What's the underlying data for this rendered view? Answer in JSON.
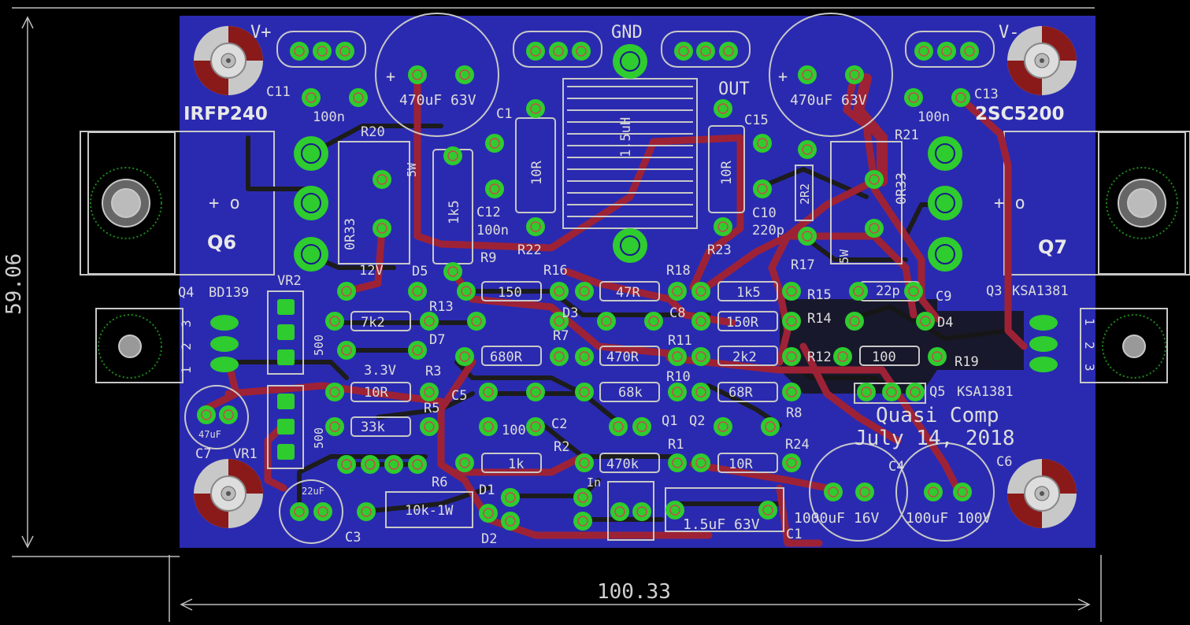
{
  "board": {
    "project_title": "Quasi Comp",
    "date": "July 14, 2018",
    "width_dimension": "100.33",
    "height_dimension": "59.06"
  },
  "colors": {
    "background": "#000000",
    "board": "#2a2ab0",
    "bottom_trace": "#1c1c1c",
    "top_trace": "#9e2236",
    "pad": "#2ecc2e",
    "outline": "#c8c8c8"
  },
  "labels": {
    "vplus": "V+",
    "gnd": "GND",
    "vminus": "V-",
    "out": "OUT",
    "c11": "C11",
    "c11_val": "100n",
    "c13": "C13",
    "c13_val": "100n",
    "cap_left_val": "470uF 63V",
    "cap_right_val": "470uF 63V",
    "irfp240": "IRFP240",
    "r20": "R20",
    "r20_w": "5W",
    "r20_val": "0R33",
    "q6": "Q6",
    "c1small": "C1",
    "c12": "C12",
    "c12_val": "100n",
    "r9": "R9",
    "r9_val": "1k5",
    "inductor": "1.5uH",
    "r22": "R22",
    "r22_val": "10R",
    "r23": "R23",
    "r23_val": "10R",
    "c15": "C15",
    "c10": "C10",
    "c10_val": "220p",
    "r17": "R17",
    "r17_val": "2R2",
    "sc5200": "2SC5200",
    "r21": "R21",
    "r21_val": "0R33",
    "r21_w": "5W",
    "q7": "Q7",
    "q4": "Q4",
    "bd139": "BD139",
    "vr2": "VR2",
    "vr2_val": "500",
    "d5": "D5",
    "d5_val": "12V",
    "r16": "R16",
    "r16_val": "150",
    "r18": "R18",
    "r18_val": "47R",
    "r15_val": "1k5",
    "r15": "R15",
    "c9_val": "22p",
    "c9": "C9",
    "q3": "Q3",
    "ksa1381": "KSA1381",
    "r13": "R13",
    "r13_val": "7k2",
    "d3": "D3",
    "c8": "C8",
    "r14_val": "150R",
    "r14": "R14",
    "d4": "D4",
    "d7": "D7",
    "d7_val": "3.3V",
    "r3": "R3",
    "r7_val": "680R",
    "r7": "R7",
    "r11": "R11",
    "r11_val": "470R",
    "r12_val": "2k2",
    "r12": "R12",
    "r19_val": "100",
    "r19": "R19",
    "r5_val": "10R",
    "r5": "R5",
    "c5": "C5",
    "r10": "R10",
    "r10_val": "68k",
    "r8_val": "68R",
    "r8": "R8",
    "q5": "Q5",
    "q5_type": "KSA1381",
    "c7": "C7",
    "c7_val": "47uF",
    "vr1": "VR1",
    "vr1_val": "500",
    "r4_val": "33k",
    "q1": "Q1",
    "q2": "Q2",
    "c2": "C2",
    "c2_val": "100",
    "r2": "R2",
    "r2_val": "1k",
    "r1": "R1",
    "r1_val": "470k",
    "r24_val": "10R",
    "r24": "R24",
    "r6": "R6",
    "r6_val": "10k-1W",
    "d1": "D1",
    "d2": "D2",
    "c3": "C3",
    "c3_val": "22uF",
    "in": "In",
    "c1_val": "1.5uF 63V",
    "c1": "C1",
    "c4": "C4",
    "c4_val": "1000uF 16V",
    "c6": "C6",
    "c6_val": "100uF 100V",
    "pin1": "1",
    "pin2": "2",
    "pin3": "3"
  }
}
